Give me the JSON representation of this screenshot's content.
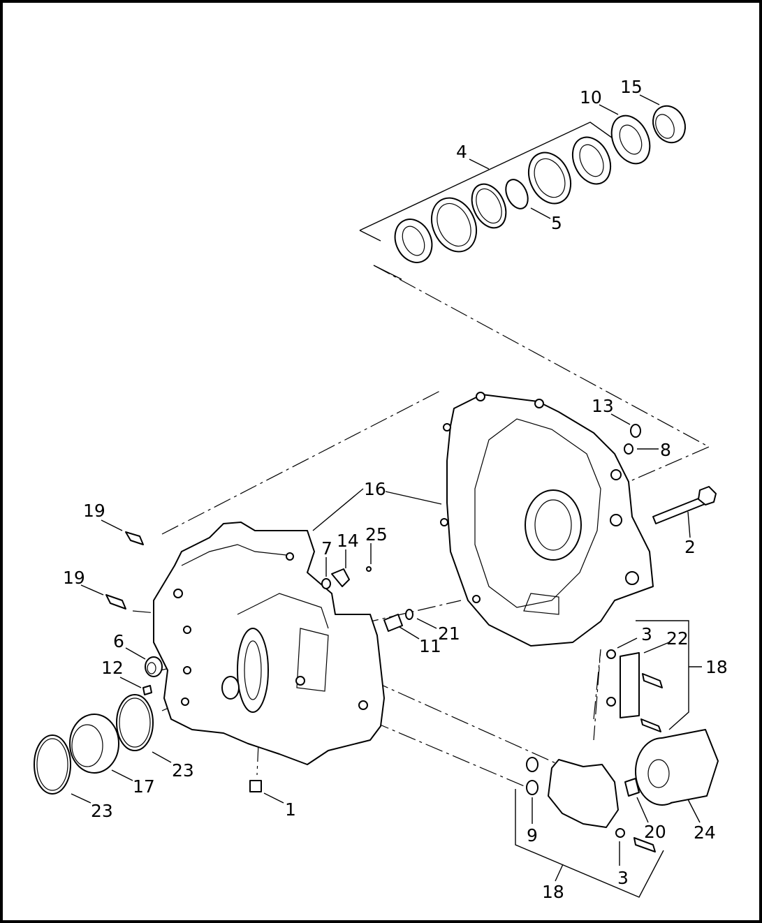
{
  "callouts": [
    {
      "id": "c15",
      "text": "15"
    },
    {
      "id": "c10",
      "text": "10"
    },
    {
      "id": "c4",
      "text": "4"
    },
    {
      "id": "c5",
      "text": "5"
    },
    {
      "id": "c13",
      "text": "13"
    },
    {
      "id": "c8",
      "text": "8"
    },
    {
      "id": "c16",
      "text": "16"
    },
    {
      "id": "c2",
      "text": "2"
    },
    {
      "id": "c19a",
      "text": "19"
    },
    {
      "id": "c19b",
      "text": "19"
    },
    {
      "id": "c7",
      "text": "7"
    },
    {
      "id": "c14",
      "text": "14"
    },
    {
      "id": "c25",
      "text": "25"
    },
    {
      "id": "c21",
      "text": "21"
    },
    {
      "id": "c11",
      "text": "11"
    },
    {
      "id": "c6",
      "text": "6"
    },
    {
      "id": "c12",
      "text": "12"
    },
    {
      "id": "c3a",
      "text": "3"
    },
    {
      "id": "c22",
      "text": "22"
    },
    {
      "id": "c18a",
      "text": "18"
    },
    {
      "id": "c23a",
      "text": "23"
    },
    {
      "id": "c17",
      "text": "17"
    },
    {
      "id": "c23b",
      "text": "23"
    },
    {
      "id": "c1",
      "text": "1"
    },
    {
      "id": "c9",
      "text": "9"
    },
    {
      "id": "c20",
      "text": "20"
    },
    {
      "id": "c24",
      "text": "24"
    },
    {
      "id": "c3b",
      "text": "3"
    },
    {
      "id": "c18b",
      "text": "18"
    }
  ]
}
